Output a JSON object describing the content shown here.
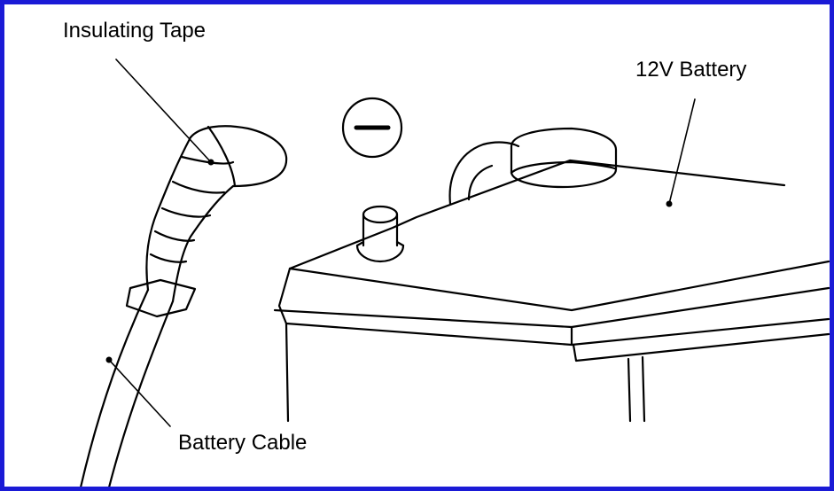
{
  "diagram": {
    "labels": {
      "insulating_tape": "Insulating Tape",
      "battery": "12V Battery",
      "battery_cable": "Battery Cable"
    },
    "terminal_symbol": "−",
    "colors": {
      "frame_border": "#1a1ad6",
      "line": "#000000",
      "background": "#ffffff"
    }
  }
}
